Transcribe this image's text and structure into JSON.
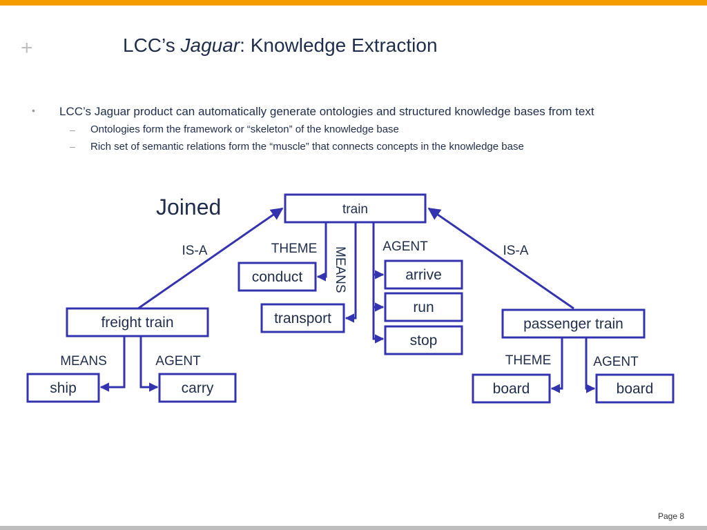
{
  "slide": {
    "plus": "+",
    "title_prefix": "LCC’s ",
    "title_italic": "Jaguar",
    "title_suffix": ": Knowledge Extraction",
    "bullet_1": "LCC’s Jaguar product can automatically generate ontologies and structured knowledge bases from text",
    "sub_bullet_1": "Ontologies form the framework or “skeleton” of the knowledge base",
    "sub_bullet_2": "Rich set of semantic relations form the “muscle” that connects concepts in the knowledge base",
    "bullet_marker": "•",
    "sub_marker": "–",
    "page_number": "Page 8",
    "colors": {
      "top_bar": "#F59C00",
      "bottom_bar": "#BEBEBE",
      "node_border": "#3333B0",
      "text": "#1F2D4A"
    }
  },
  "diagram": {
    "caption": "Joined",
    "nodes": {
      "train": "train",
      "conduct": "conduct",
      "transport": "transport",
      "arrive": "arrive",
      "run": "run",
      "stop": "stop",
      "freight_train": "freight train",
      "ship": "ship",
      "carry": "carry",
      "passenger_train": "passenger train",
      "board_theme": "board",
      "board_agent": "board"
    },
    "relations": {
      "isa_left": "IS-A",
      "isa_right": "IS-A",
      "train_theme": "THEME",
      "train_means": "MEANS",
      "train_agent": "AGENT",
      "freight_means": "MEANS",
      "freight_agent": "AGENT",
      "passenger_theme": "THEME",
      "passenger_agent": "AGENT"
    }
  }
}
